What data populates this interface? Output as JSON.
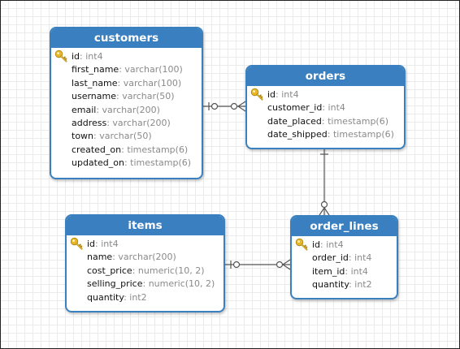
{
  "colors": {
    "header": "#3a80c0",
    "border": "#3a80c0",
    "column_name": "#111111",
    "column_type": "#8a8a8a",
    "key_icon": "#e8b829",
    "connector": "#555555"
  },
  "tables": {
    "customers": {
      "title": "customers",
      "columns": [
        {
          "name": "id",
          "type": "int4",
          "primary_key": true
        },
        {
          "name": "first_name",
          "type": "varchar(100)"
        },
        {
          "name": "last_name",
          "type": "varchar(100)"
        },
        {
          "name": "username",
          "type": "varchar(50)"
        },
        {
          "name": "email",
          "type": "varchar(200)"
        },
        {
          "name": "address",
          "type": "varchar(200)"
        },
        {
          "name": "town",
          "type": "varchar(50)"
        },
        {
          "name": "created_on",
          "type": "timestamp(6)"
        },
        {
          "name": "updated_on",
          "type": "timestamp(6)"
        }
      ]
    },
    "orders": {
      "title": "orders",
      "columns": [
        {
          "name": "id",
          "type": "int4",
          "primary_key": true
        },
        {
          "name": "customer_id",
          "type": "int4"
        },
        {
          "name": "date_placed",
          "type": "timestamp(6)"
        },
        {
          "name": "date_shipped",
          "type": "timestamp(6)"
        }
      ]
    },
    "items": {
      "title": "items",
      "columns": [
        {
          "name": "id",
          "type": "int4",
          "primary_key": true
        },
        {
          "name": "name",
          "type": "varchar(200)"
        },
        {
          "name": "cost_price",
          "type": "numeric(10, 2)"
        },
        {
          "name": "selling_price",
          "type": "numeric(10, 2)"
        },
        {
          "name": "quantity",
          "type": "int2"
        }
      ]
    },
    "order_lines": {
      "title": "order_lines",
      "columns": [
        {
          "name": "id",
          "type": "int4",
          "primary_key": true
        },
        {
          "name": "order_id",
          "type": "int4"
        },
        {
          "name": "item_id",
          "type": "int4"
        },
        {
          "name": "quantity",
          "type": "int2"
        }
      ]
    }
  },
  "relations": [
    {
      "from": "customers",
      "to": "orders",
      "from_cardinality": "one",
      "to_cardinality": "zero-or-many"
    },
    {
      "from": "orders",
      "to": "order_lines",
      "from_cardinality": "one",
      "to_cardinality": "zero-or-many"
    },
    {
      "from": "items",
      "to": "order_lines",
      "from_cardinality": "one",
      "to_cardinality": "zero-or-many"
    }
  ]
}
